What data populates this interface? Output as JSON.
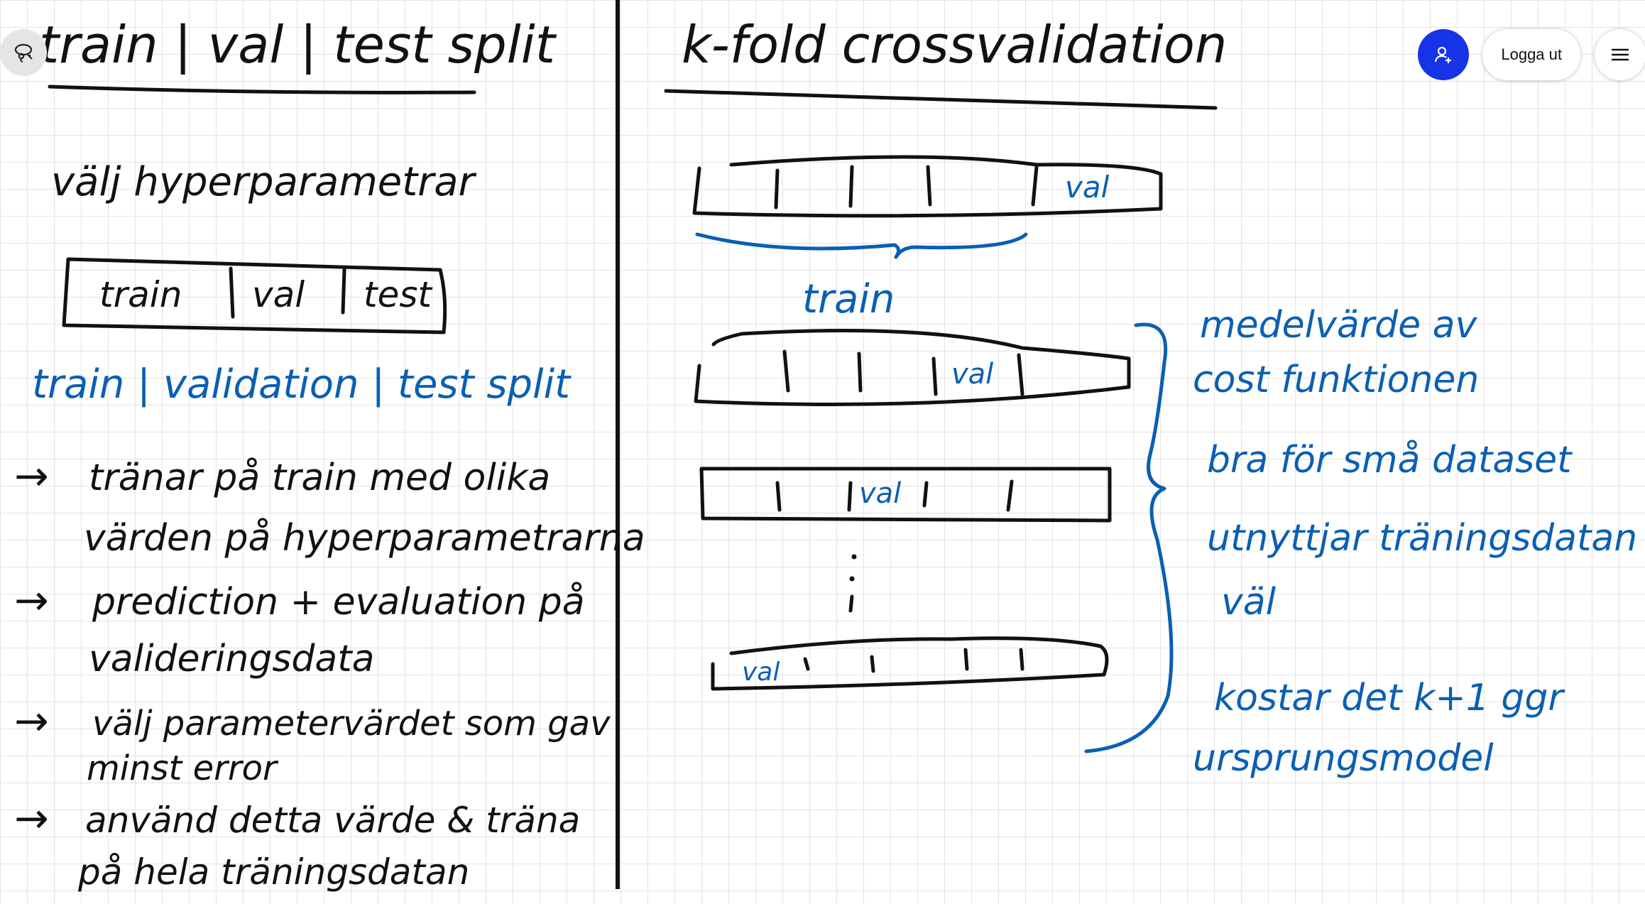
{
  "toolbar": {
    "logout_label": "Logga ut"
  },
  "colors": {
    "accent": "#1733e6",
    "ink_black": "#111111",
    "ink_blue": "#0a5fb4",
    "grid": "#dcdcdc"
  },
  "icons": {
    "tool": "lasso-icon",
    "user": "add-user-icon",
    "menu": "hamburger-menu-icon"
  },
  "left": {
    "title": "train | val | test split",
    "subtitle": "välj hyperparametrar",
    "box": {
      "train": "train",
      "val": "val",
      "test": "test"
    },
    "blue_heading": "train | validation | test split",
    "steps": [
      {
        "line1": "tränar på train med olika",
        "line2": "värden på hyperparametrarna"
      },
      {
        "line1": "prediction + evaluation på",
        "line2": "valideringsdata"
      },
      {
        "line1": "välj parametervärdet som gav",
        "line2": "minst error"
      },
      {
        "line1": "använd detta värde & träna",
        "line2": "på hela träningsdatan"
      }
    ]
  },
  "right": {
    "title": "k-fold crossvalidation",
    "fold_val": "val",
    "train_label": "train",
    "dots": ":",
    "notes": [
      "medelvärde av",
      "cost funktionen",
      "bra för små dataset",
      "utnyttjar träningsdatan",
      "väl",
      "kostar det k+1 ggr",
      "ursprungsmodel"
    ]
  }
}
